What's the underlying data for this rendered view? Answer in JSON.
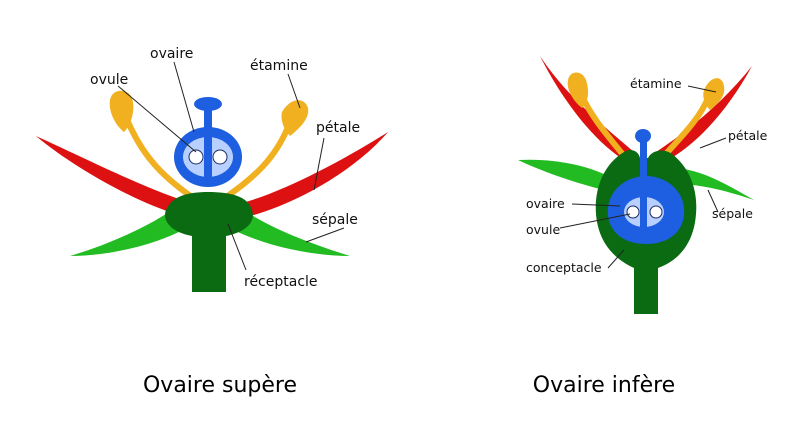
{
  "colors": {
    "sepal": "#22bb22",
    "petal": "#dd1111",
    "stamen": "#f0b020",
    "receptacle": "#0a6b12",
    "ovary": "#1d5fe0",
    "ovary_inner": "#b8d0ff",
    "ovule": "#ffffff"
  },
  "left": {
    "labels": {
      "ovaire": "ovaire",
      "ovule": "ovule",
      "etamine": "étamine",
      "petale": "pétale",
      "sepale": "sépale",
      "receptacle": "réceptacle"
    },
    "caption": "Ovaire supère"
  },
  "right": {
    "labels": {
      "etamine": "étamine",
      "petale": "pétale",
      "sepale": "sépale",
      "ovaire": "ovaire",
      "ovule": "ovule",
      "conceptacle": "conceptacle"
    },
    "caption": "Ovaire infère"
  }
}
